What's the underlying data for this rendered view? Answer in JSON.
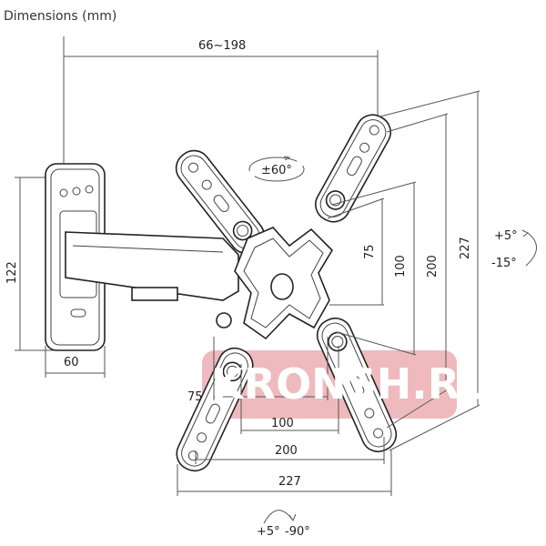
{
  "title": "Dimensions (mm)",
  "dimensions": {
    "arm_extension": "66~198",
    "plate_height": "122",
    "plate_width": "60",
    "vertical": [
      "75",
      "100",
      "200",
      "227"
    ],
    "horizontal": [
      "75",
      "100",
      "200",
      "227"
    ]
  },
  "rotation": {
    "swivel": "±60°",
    "tilt_up": "+5°",
    "tilt_down": "-15°",
    "rotate_plus": "+5°",
    "rotate_minus": "-90°"
  },
  "watermark": {
    "text": "KRONSH.RU",
    "color": "#e8a3a8"
  }
}
